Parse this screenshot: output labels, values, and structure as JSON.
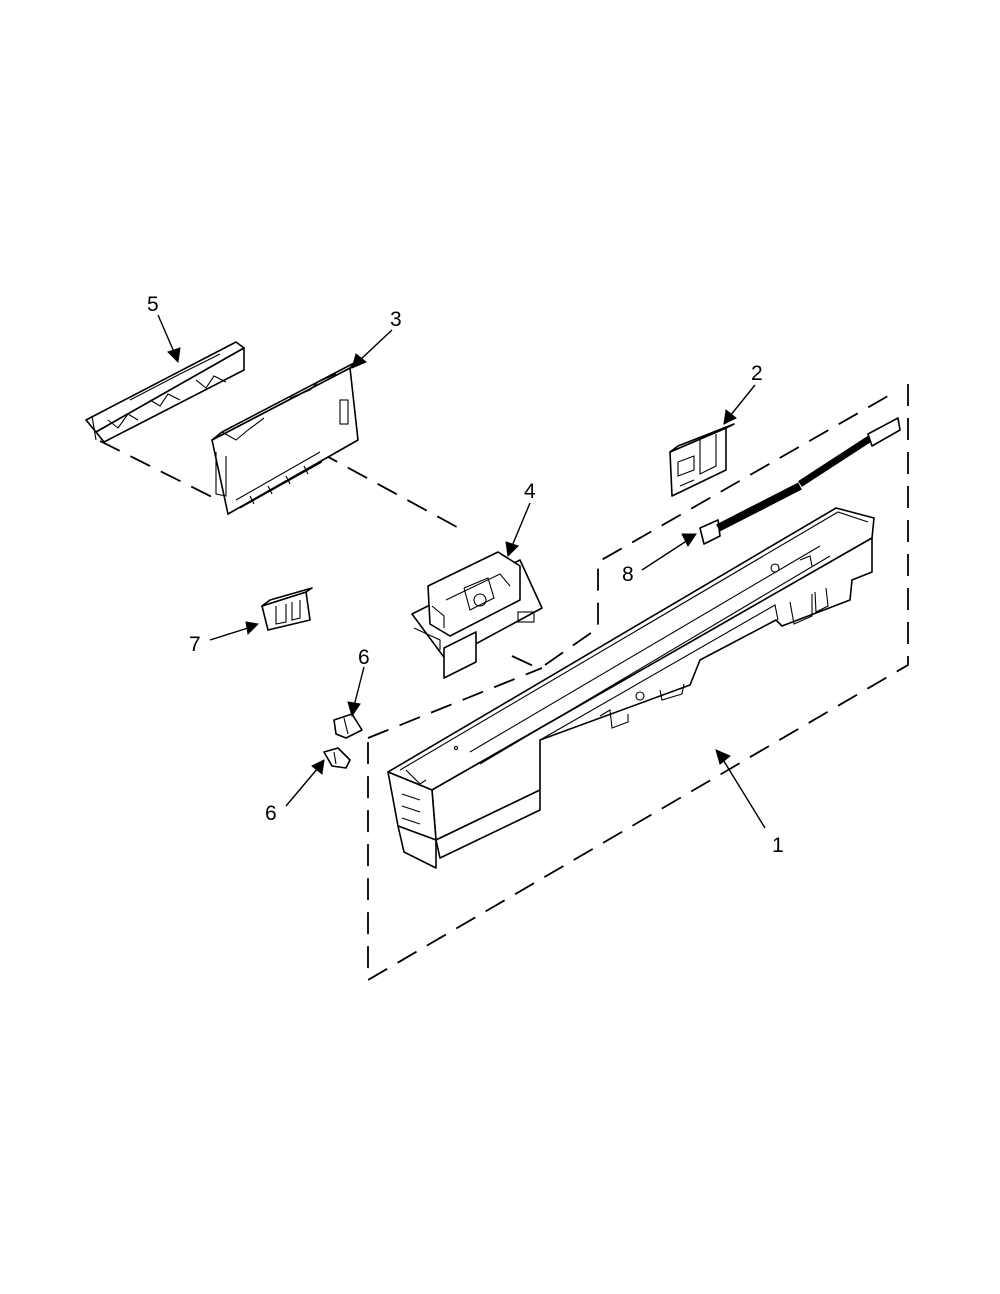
{
  "diagram": {
    "background": "#ffffff",
    "ink": "#000000",
    "callouts": [
      {
        "id": "callout-1",
        "label": "1"
      },
      {
        "id": "callout-2",
        "label": "2"
      },
      {
        "id": "callout-3",
        "label": "3"
      },
      {
        "id": "callout-4",
        "label": "4"
      },
      {
        "id": "callout-5",
        "label": "5"
      },
      {
        "id": "callout-6a",
        "label": "6"
      },
      {
        "id": "callout-6b",
        "label": "6"
      },
      {
        "id": "callout-7",
        "label": "7"
      },
      {
        "id": "callout-8",
        "label": "8"
      }
    ]
  }
}
